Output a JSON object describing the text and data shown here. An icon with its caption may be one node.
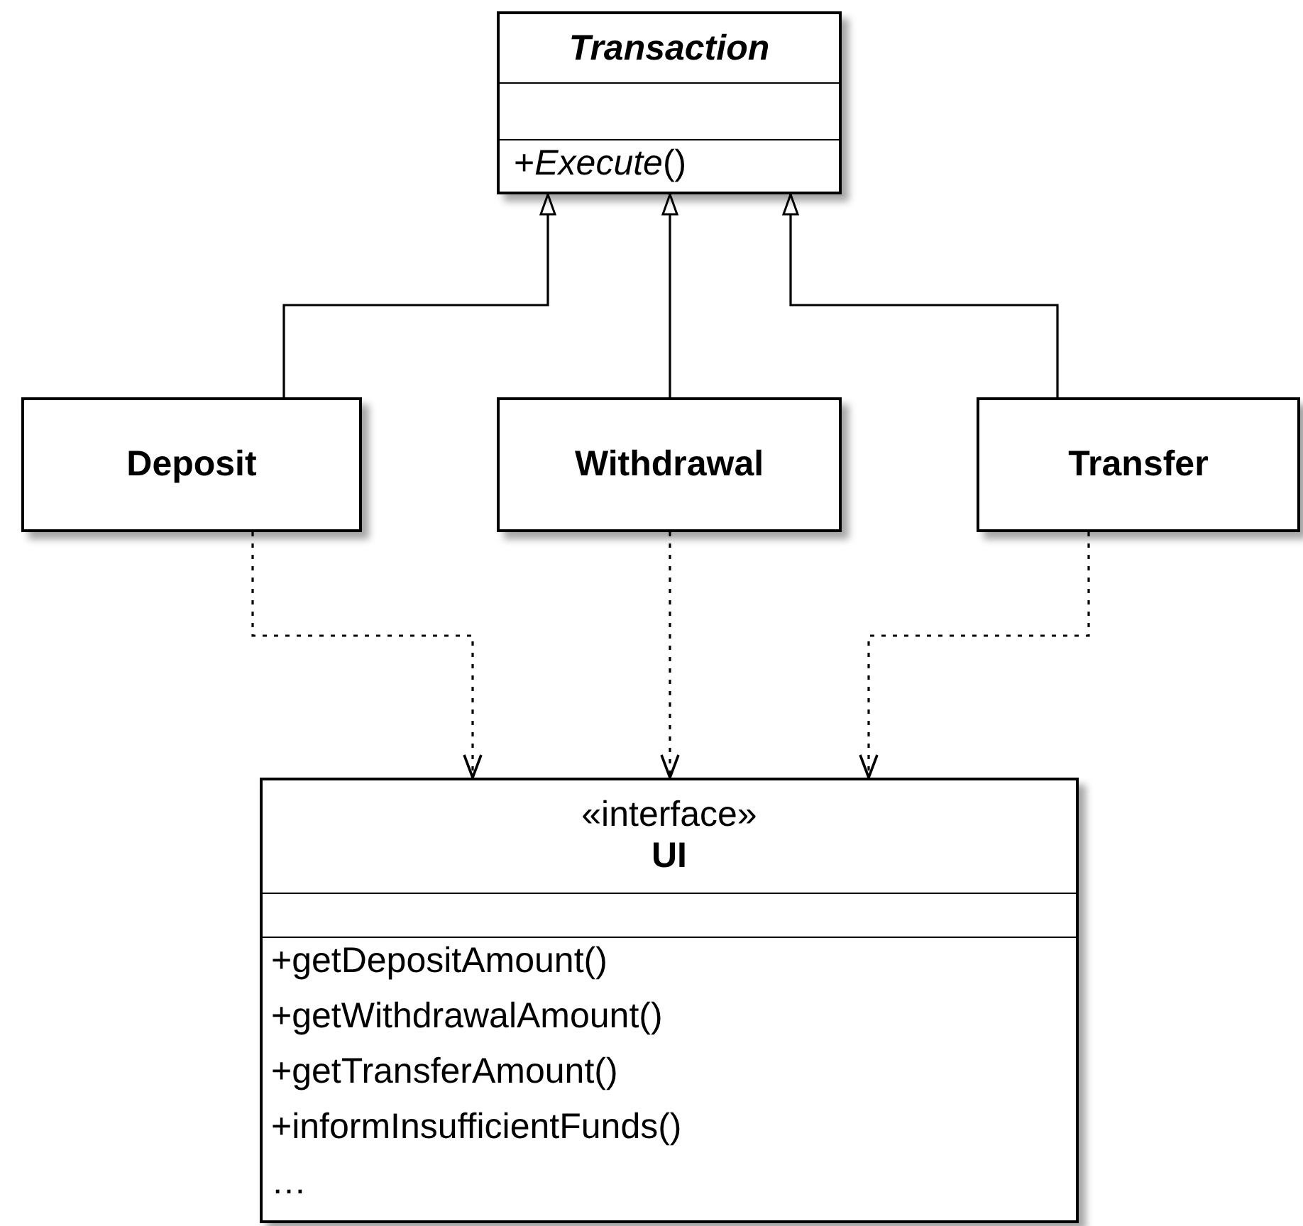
{
  "diagram": {
    "nodes": [
      {
        "text": [
          "Transaction",
          "+*Execute*()"
        ]
      },
      {
        "text": [
          "Deposit"
        ]
      },
      {
        "text": [
          "Withdrawal"
        ]
      },
      {
        "text": [
          "Transfer"
        ]
      },
      {
        "text": [
          "«interface»",
          "UI",
          "+getDepositAmount()",
          "+getWithdrawalAmount()",
          "+getTransferAmount()",
          "+informInsufficientFunds()",
          "…"
        ]
      }
    ],
    "edges": [
      {
        "from": 1,
        "to": 0,
        "arrow": "to"
      },
      {
        "from": 2,
        "to": 0,
        "arrow": "to"
      },
      {
        "from": 3,
        "to": 0,
        "arrow": "to"
      },
      {
        "from": 1,
        "to": 4,
        "arrow": "to",
        "style": "dashed"
      },
      {
        "from": 2,
        "to": 4,
        "arrow": "to",
        "style": "dashed"
      },
      {
        "from": 3,
        "to": 4,
        "arrow": "to",
        "style": "dashed"
      }
    ]
  }
}
